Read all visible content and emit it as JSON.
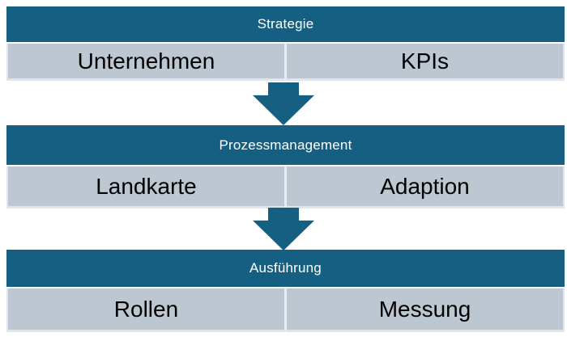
{
  "colors": {
    "header_bg": "#156082",
    "cell_bg": "#BCC7D1",
    "arrow": "#156082",
    "header_text": "#FFFFFF",
    "cell_text": "#000000",
    "edge": "#DFE5EA",
    "divider": "#E9ECEF"
  },
  "sections": [
    {
      "title": "Strategie",
      "cells": [
        "Unternehmen",
        "KPIs"
      ]
    },
    {
      "title": "Prozessmanagement",
      "cells": [
        "Landkarte",
        "Adaption"
      ]
    },
    {
      "title": "Ausführung",
      "cells": [
        "Rollen",
        "Messung"
      ]
    }
  ],
  "arrows": [
    {
      "icon": "down-arrow"
    },
    {
      "icon": "down-arrow"
    }
  ]
}
